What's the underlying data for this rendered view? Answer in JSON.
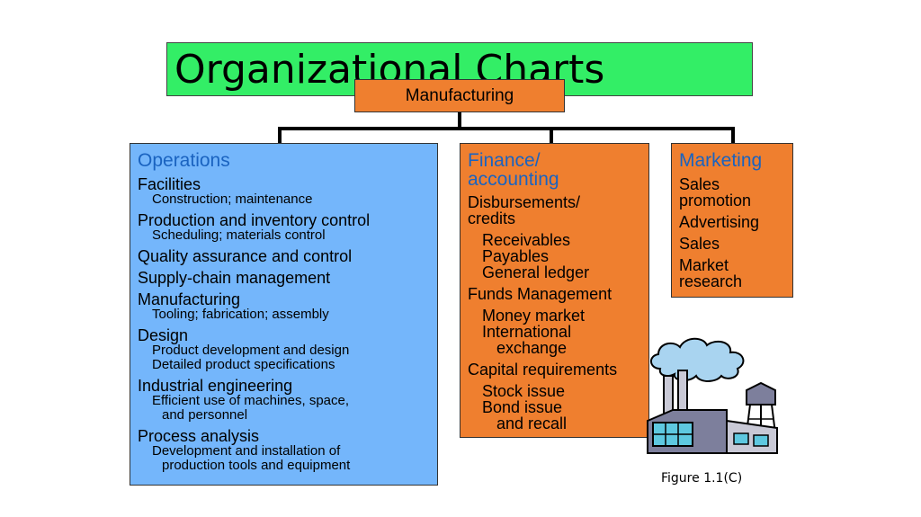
{
  "title": "Organizational Charts",
  "root": "Manufacturing",
  "operations": {
    "heading": "Operations",
    "items": [
      {
        "label": "Facilities",
        "sub": [
          "Construction; maintenance"
        ]
      },
      {
        "label": "Production and inventory control",
        "sub": [
          "Scheduling; materials control"
        ]
      },
      {
        "label": "Quality assurance and control",
        "sub": []
      },
      {
        "label": "Supply-chain management",
        "sub": []
      },
      {
        "label": "Manufacturing",
        "sub": [
          "Tooling; fabrication; assembly"
        ]
      },
      {
        "label": "Design",
        "sub": [
          "Product development and design",
          "Detailed product specifications"
        ]
      },
      {
        "label": "Industrial engineering",
        "sub": [
          "Efficient use of machines, space,",
          "and personnel"
        ]
      },
      {
        "label": "Process analysis",
        "sub": [
          "Development and installation of",
          "production tools and equipment"
        ]
      }
    ]
  },
  "finance": {
    "heading_line1": "Finance/",
    "heading_line2": "accounting",
    "disbursements_line1": "Disbursements/",
    "disbursements_line2": "credits",
    "receivables": "Receivables",
    "payables": "Payables",
    "general_ledger": "General ledger",
    "funds_management": "Funds Management",
    "money_market": "Money market",
    "international": "International",
    "exchange": "exchange",
    "capital_requirements": "Capital requirements",
    "stock_issue": "Stock issue",
    "bond_issue": "Bond issue",
    "and_recall": "and recall"
  },
  "marketing": {
    "heading": "Marketing",
    "sales_promotion_line1": "Sales",
    "sales_promotion_line2": "promotion",
    "advertising": "Advertising",
    "sales": "Sales",
    "market_research_line1": "Market",
    "market_research_line2": "research"
  },
  "caption": "Figure 1.1(C)",
  "colors": {
    "title_bg": "#33ee66",
    "orange": "#ef7f2f",
    "blue_box": "#74b6fb",
    "heading_blue": "#1a63c0"
  },
  "illustration": "factory-clipart"
}
